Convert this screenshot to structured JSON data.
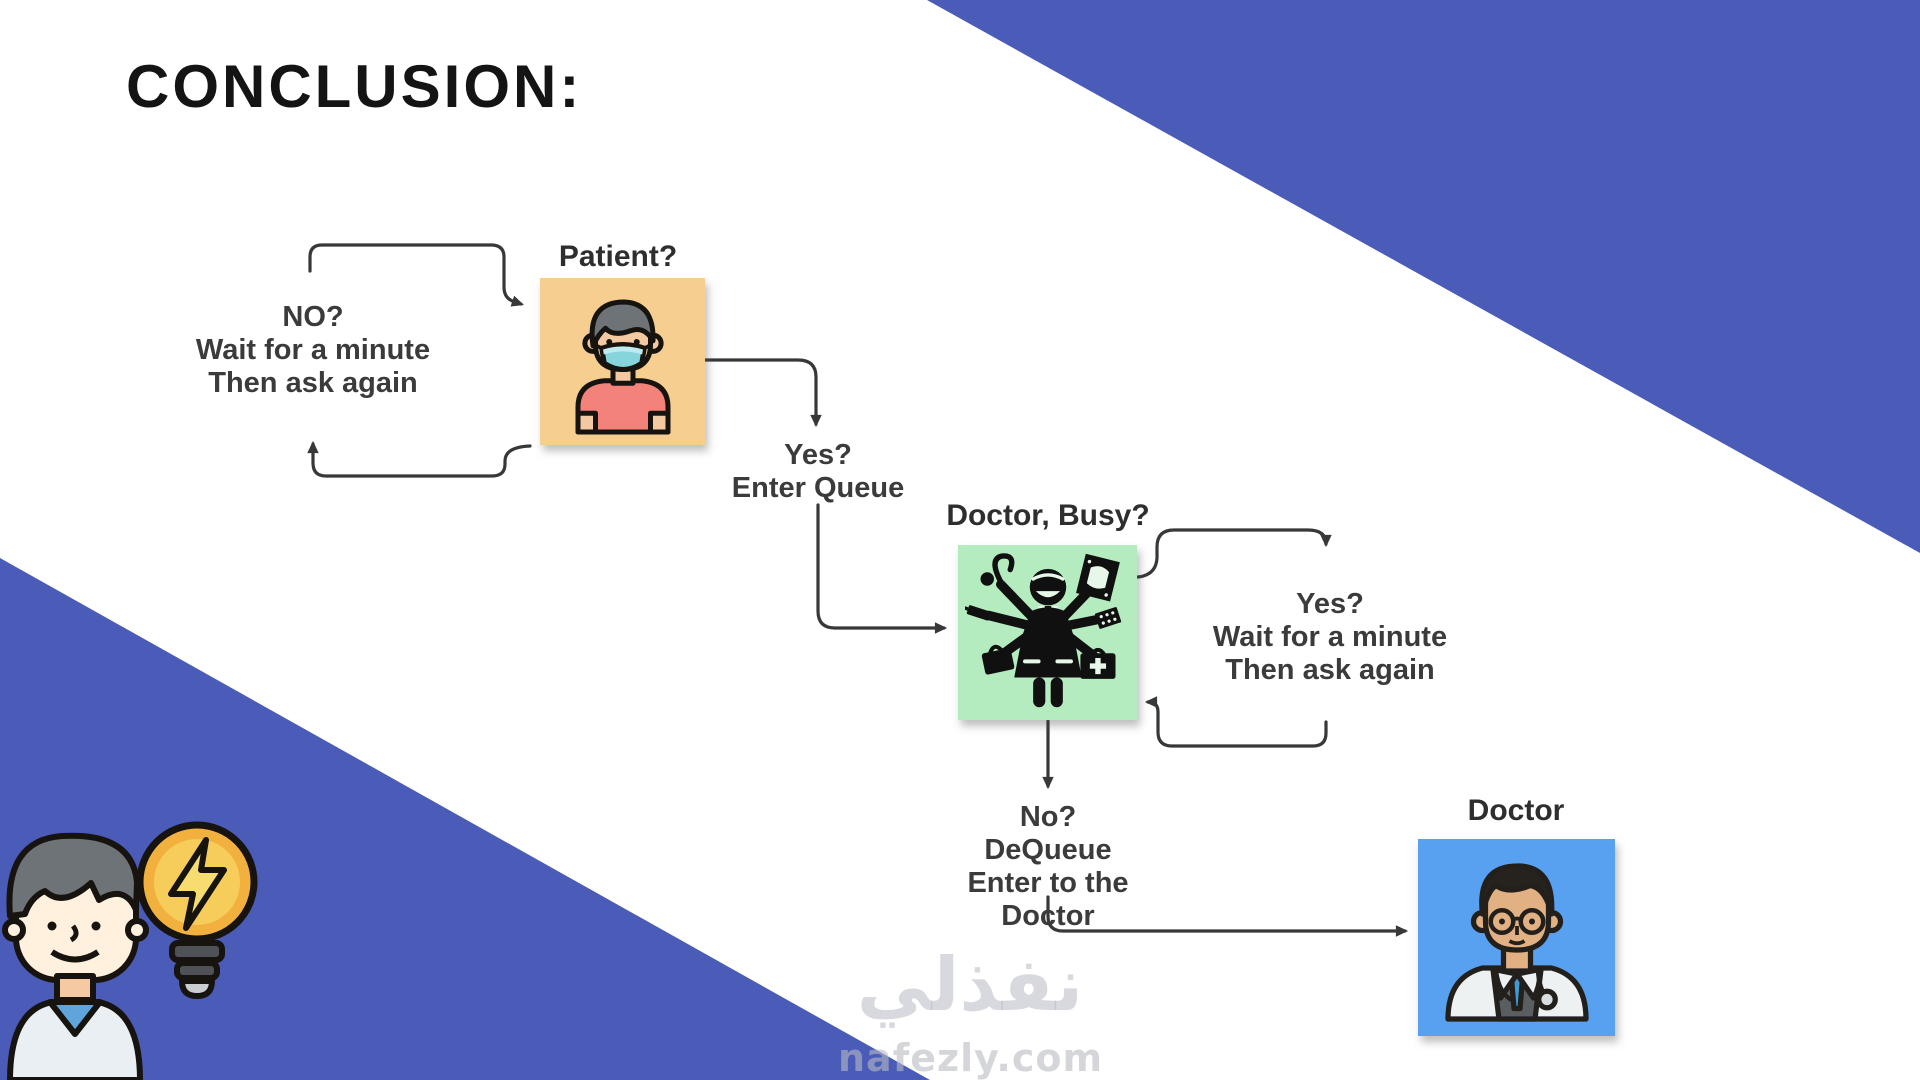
{
  "slide": {
    "title": "CONCLUSION:"
  },
  "flowchart": {
    "patient": {
      "label": "Patient?",
      "icon": "masked-patient-icon",
      "box_color": "#F6CE90"
    },
    "no_loop": {
      "lines": [
        "NO?",
        "Wait for a minute",
        "Then ask again"
      ]
    },
    "yes_enter": {
      "lines": [
        "Yes?",
        "Enter Queue"
      ]
    },
    "doctor_busy": {
      "label": "Doctor, Busy?",
      "icon": "multitasking-doctor-icon",
      "box_color": "#B5ECBF"
    },
    "yes_wait": {
      "lines": [
        "Yes?",
        "Wait for a minute",
        "Then ask again"
      ]
    },
    "no_dequeue": {
      "lines": [
        "No?",
        "DeQueue",
        "Enter to the Doctor"
      ]
    },
    "doctor": {
      "label": "Doctor",
      "icon": "doctor-avatar-icon",
      "box_color": "#58A1F0"
    }
  },
  "decorations": {
    "corner_icon": "person-with-idea-lightbulb-icon",
    "triangle_color": "#4A5BB8"
  },
  "watermark": {
    "logo_text": "نفذلي",
    "site_text": "nafezly.com"
  },
  "colors": {
    "background": "#FFFFFF",
    "text": "#3B3B3B",
    "arrows": "#383838",
    "title": "#141414"
  }
}
